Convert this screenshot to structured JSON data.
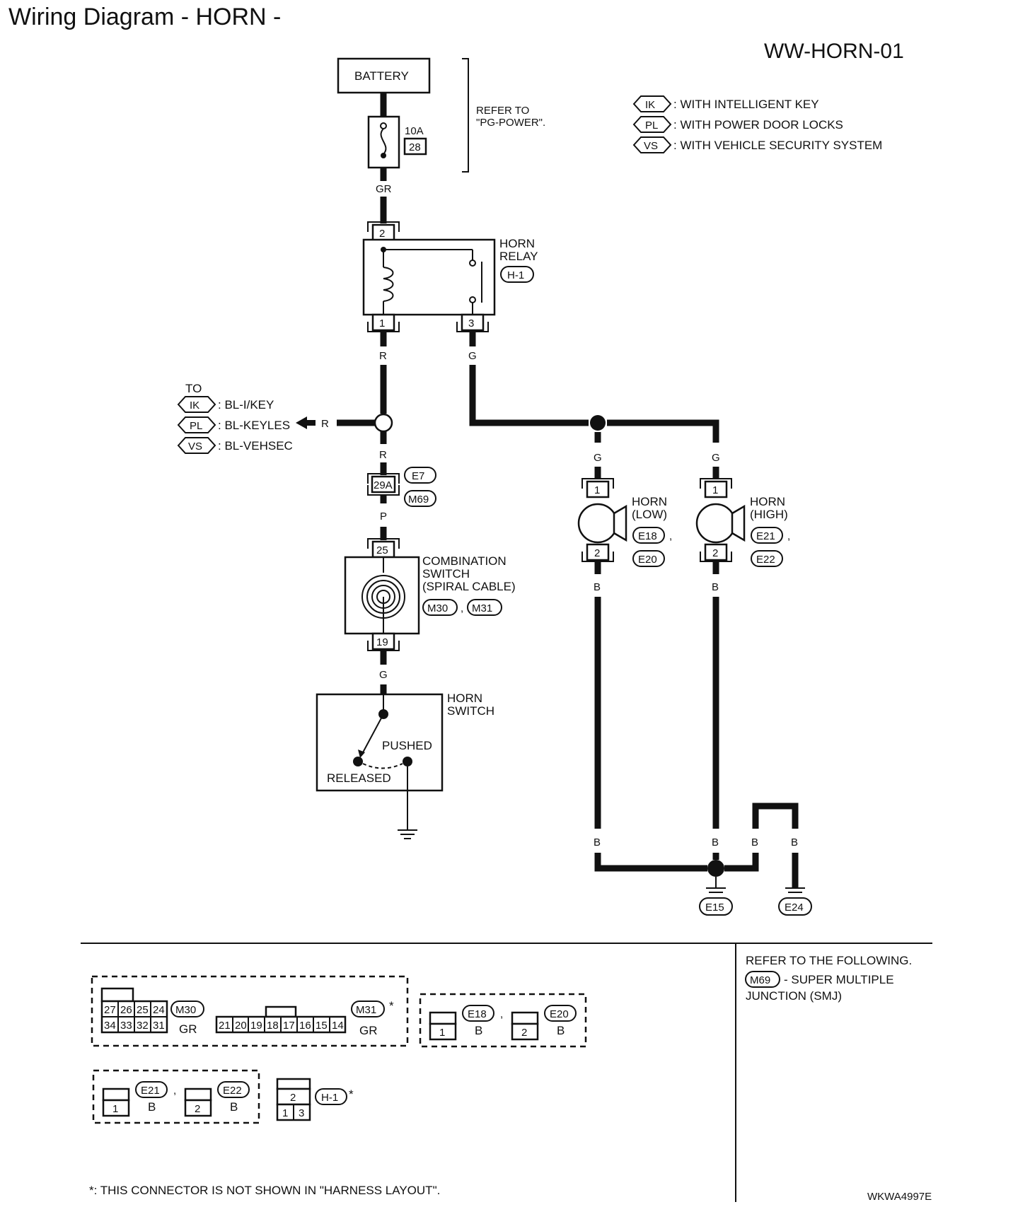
{
  "title": "Wiring Diagram - HORN -",
  "diagram_code": "WW-HORN-01",
  "legend": [
    {
      "badge": "IK",
      "text": ": WITH INTELLIGENT KEY"
    },
    {
      "badge": "PL",
      "text": ": WITH POWER DOOR LOCKS"
    },
    {
      "badge": "VS",
      "text": ": WITH VEHICLE SECURITY SYSTEM"
    }
  ],
  "battery": {
    "label": "BATTERY",
    "fuse_amps": "10A",
    "fuse_no": "28",
    "refer_line1": "REFER TO",
    "refer_line2": "\"PG-POWER\"."
  },
  "relay": {
    "line1": "HORN",
    "line2": "RELAY",
    "connector": "H-1",
    "pin_top": "2",
    "pin_left": "1",
    "pin_right": "3"
  },
  "wires": {
    "gr": "GR",
    "r": "R",
    "g": "G",
    "p": "P",
    "b": "B"
  },
  "to_block": {
    "to": "TO",
    "items": [
      {
        "badge": "IK",
        "text": ": BL-I/KEY"
      },
      {
        "badge": "PL",
        "text": ": BL-KEYLES"
      },
      {
        "badge": "VS",
        "text": ": BL-VEHSEC"
      }
    ]
  },
  "junction": {
    "pin": "29A",
    "c1": "E7",
    "c2": "M69"
  },
  "combination": {
    "line1": "COMBINATION",
    "line2": "SWITCH",
    "line3": "(SPIRAL CABLE)",
    "c1": "M30",
    "c2": "M31",
    "pin_top": "25",
    "pin_bottom": "19"
  },
  "horn_switch": {
    "line1": "HORN",
    "line2": "SWITCH",
    "pushed": "PUSHED",
    "released": "RELEASED"
  },
  "horn_low": {
    "line1": "HORN",
    "line2": "(LOW)",
    "c1": "E18",
    "c2": "E20",
    "pin1": "1",
    "pin2": "2"
  },
  "horn_high": {
    "line1": "HORN",
    "line2": "(HIGH)",
    "c1": "E21",
    "c2": "E22",
    "pin1": "1",
    "pin2": "2"
  },
  "grounds": {
    "g1": "E15",
    "g2": "E24"
  },
  "connectors": {
    "m30_top": [
      "27",
      "26",
      "25",
      "24"
    ],
    "m30_bottom": [
      "34",
      "33",
      "32",
      "31"
    ],
    "m30_label": "M30",
    "m30_color": "GR",
    "m31_cells": [
      "21",
      "20",
      "19",
      "18",
      "17",
      "16",
      "15",
      "14"
    ],
    "m31_label": "M31",
    "m31_color": "GR",
    "asterisk": "*",
    "e18_label": "E18",
    "e18_pin": "1",
    "e18_color": "B",
    "e20_label": "E20",
    "e20_pin": "2",
    "e20_color": "B",
    "e21_label": "E21",
    "e21_pin": "1",
    "e21_color": "B",
    "e22_label": "E22",
    "e22_pin": "2",
    "e22_color": "B",
    "h1_top": "2",
    "h1_left": "1",
    "h1_right": "3",
    "h1_label": "H-1",
    "comma": ","
  },
  "refer": {
    "line1": "REFER TO THE FOLLOWING.",
    "badge": "M69",
    "line2": "- SUPER MULTIPLE",
    "line3": "JUNCTION (SMJ)"
  },
  "footnote": "*: THIS CONNECTOR IS NOT SHOWN IN \"HARNESS LAYOUT\".",
  "figure_id": "WKWA4997E"
}
